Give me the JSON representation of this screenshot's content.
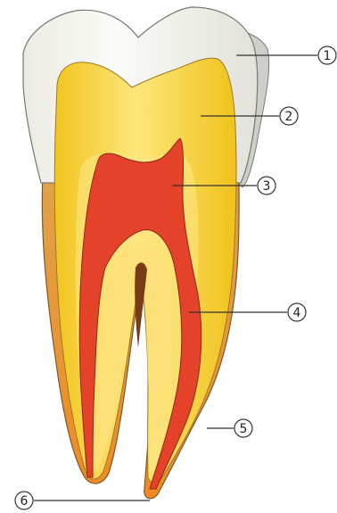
{
  "colors": {
    "enamel": "#f8f7f2",
    "enamel_shadow": "#d8d8d3",
    "dentin": "#f7d332",
    "dentin_light": "#fbe98a",
    "pulp": "#e8442b",
    "cementum": "#e69a3c",
    "outline": "#6b5a3a"
  },
  "callouts": [
    {
      "label": "1"
    },
    {
      "label": "2"
    },
    {
      "label": "3"
    },
    {
      "label": "4"
    },
    {
      "label": "5"
    },
    {
      "label": "6"
    }
  ]
}
